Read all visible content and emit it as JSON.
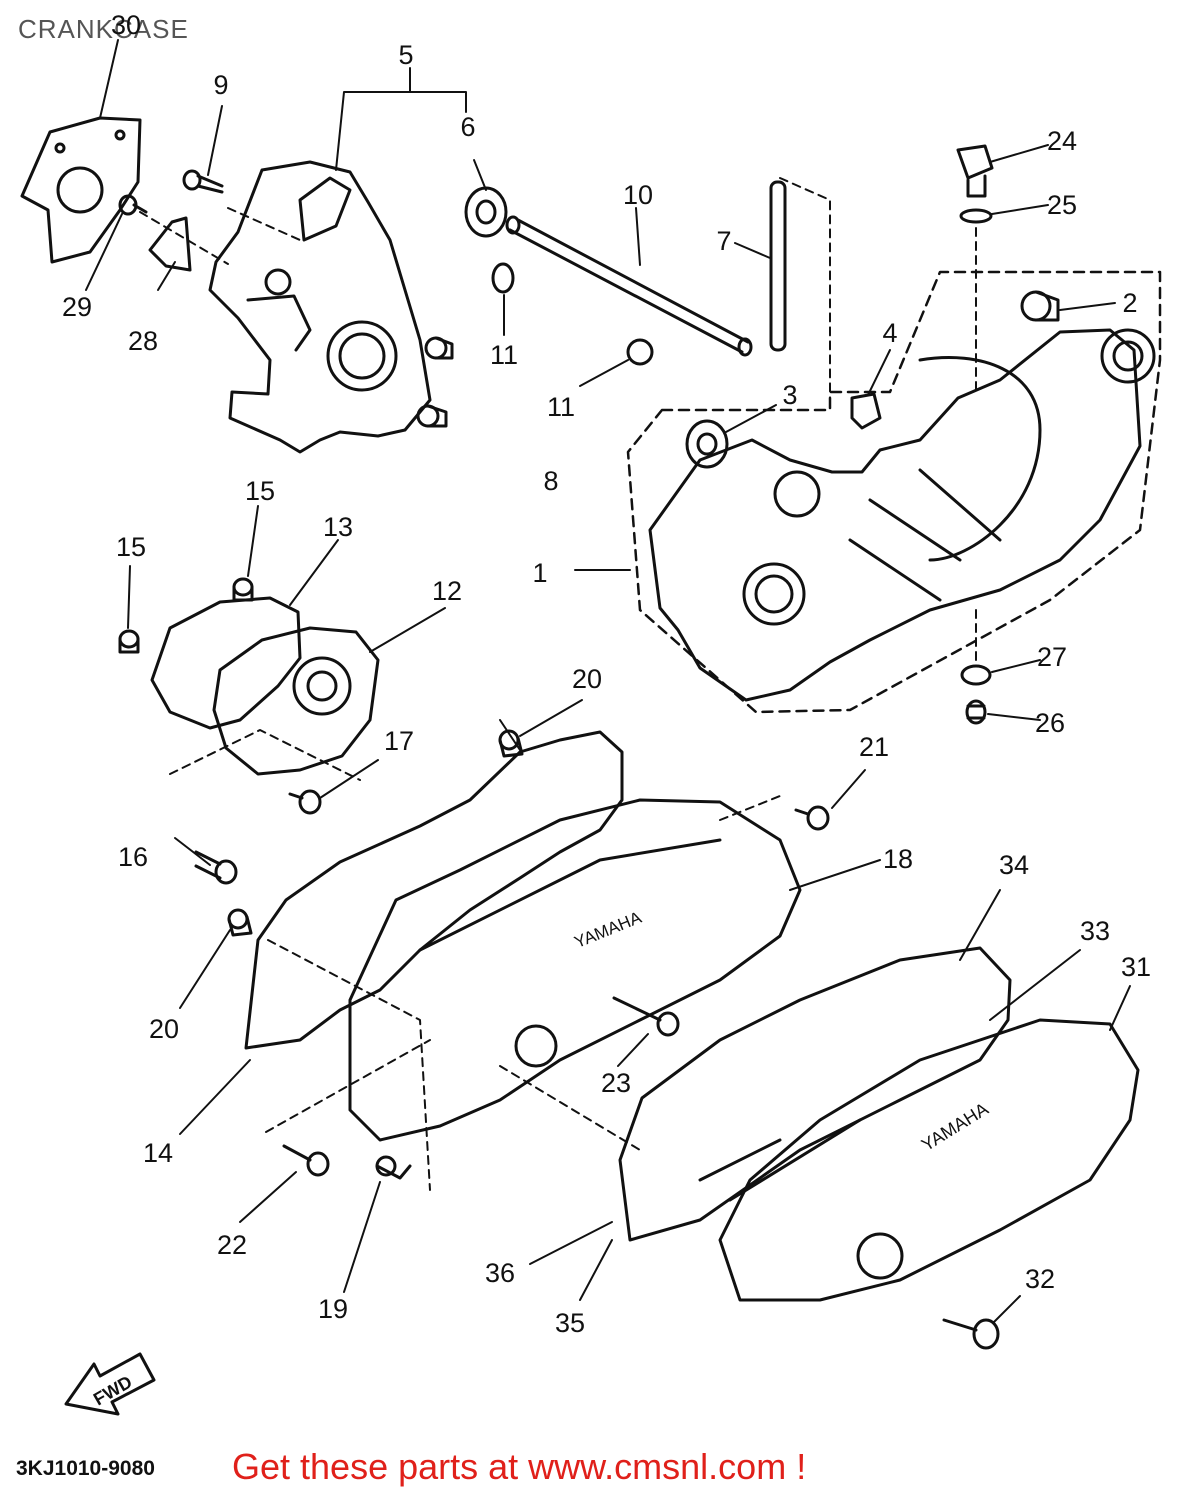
{
  "diagram": {
    "title": "CRANKCASE",
    "drawing_code": "3KJ1010-9080",
    "fwd_label": "FWD",
    "casting_text": [
      "YAMAHA",
      "YAMAHA"
    ],
    "callouts": [
      "1",
      "2",
      "3",
      "4",
      "5",
      "6",
      "7",
      "8",
      "9",
      "10",
      "11",
      "11",
      "12",
      "13",
      "14",
      "15",
      "15",
      "16",
      "17",
      "18",
      "19",
      "20",
      "20",
      "21",
      "22",
      "23",
      "24",
      "25",
      "26",
      "27",
      "28",
      "29",
      "30",
      "31",
      "32",
      "33",
      "34",
      "35",
      "36"
    ]
  },
  "footer": {
    "promo_text": "Get these parts at www.cmsnl.com !"
  },
  "colors": {
    "line": "#111111",
    "promo": "#e0201a",
    "title": "#555555"
  }
}
